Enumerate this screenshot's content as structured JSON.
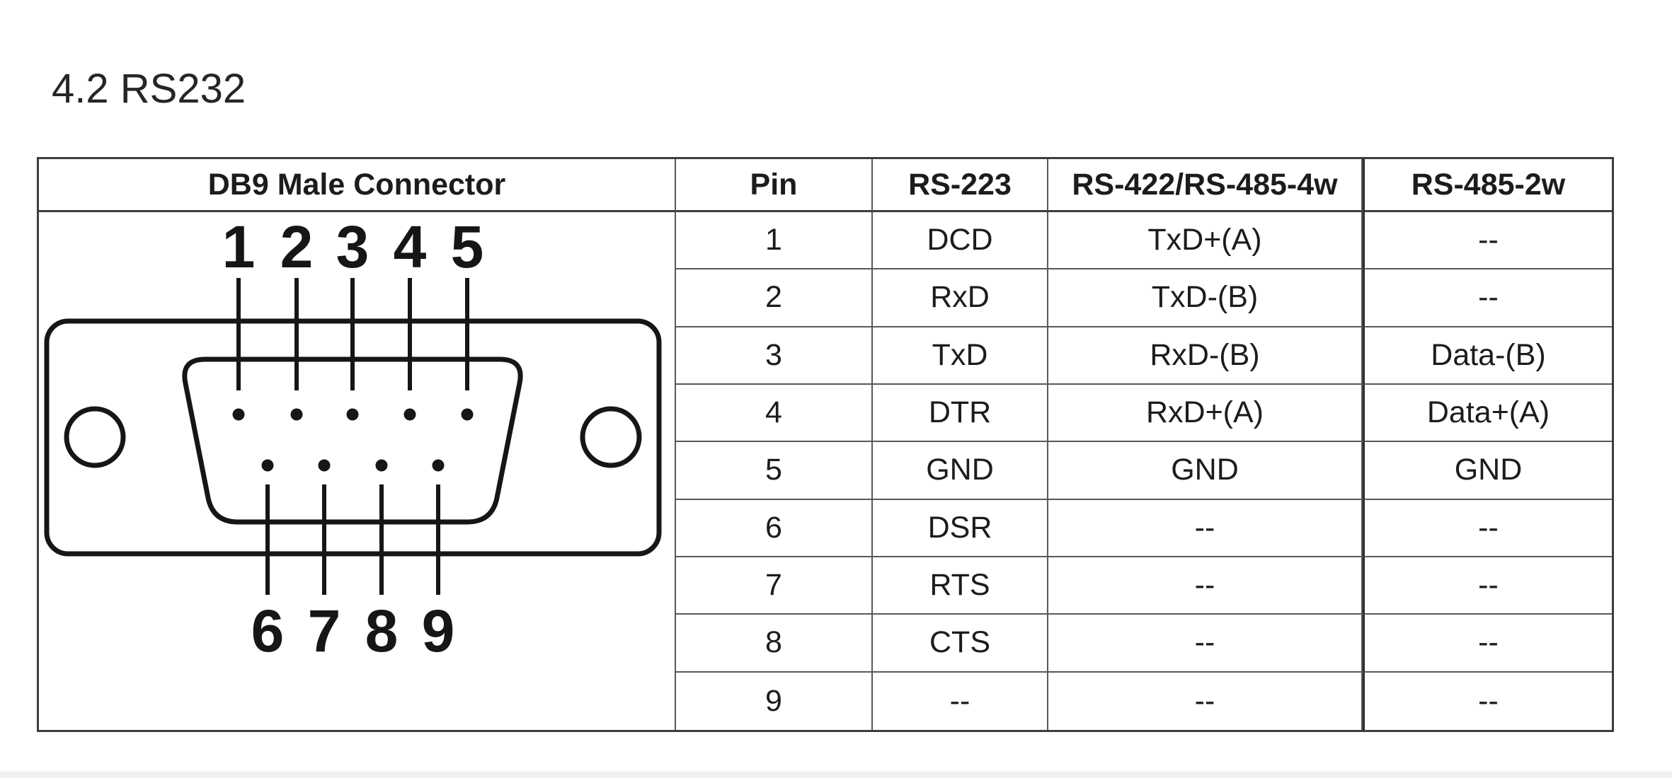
{
  "page": {
    "title": "4.2 RS232"
  },
  "table": {
    "headers": {
      "connector": "DB9 Male Connector",
      "pin": "Pin",
      "rs223": "RS-223",
      "rs422": "RS-422/RS-485-4w",
      "rs485": "RS-485-2w"
    },
    "rows": [
      {
        "pin": "1",
        "rs223": "DCD",
        "rs422": "TxD+(A)",
        "rs485": "--"
      },
      {
        "pin": "2",
        "rs223": "RxD",
        "rs422": "TxD-(B)",
        "rs485": "--"
      },
      {
        "pin": "3",
        "rs223": "TxD",
        "rs422": "RxD-(B)",
        "rs485": "Data-(B)"
      },
      {
        "pin": "4",
        "rs223": "DTR",
        "rs422": "RxD+(A)",
        "rs485": "Data+(A)"
      },
      {
        "pin": "5",
        "rs223": "GND",
        "rs422": "GND",
        "rs485": "GND"
      },
      {
        "pin": "6",
        "rs223": "DSR",
        "rs422": "--",
        "rs485": "--"
      },
      {
        "pin": "7",
        "rs223": "RTS",
        "rs422": "--",
        "rs485": "--"
      },
      {
        "pin": "8",
        "rs223": "CTS",
        "rs422": "--",
        "rs485": "--"
      },
      {
        "pin": "9",
        "rs223": "--",
        "rs422": "--",
        "rs485": "--"
      }
    ]
  },
  "diagram": {
    "top_pins": [
      "1",
      "2",
      "3",
      "4",
      "5"
    ],
    "bottom_pins": [
      "6",
      "7",
      "8",
      "9"
    ]
  },
  "colors": {
    "text": "#1c1c1c",
    "table_border": "#585858",
    "table_border_strong": "#2d2d2d",
    "diagram_stroke": "#161616",
    "footer_strip": "#f0f0f2"
  }
}
